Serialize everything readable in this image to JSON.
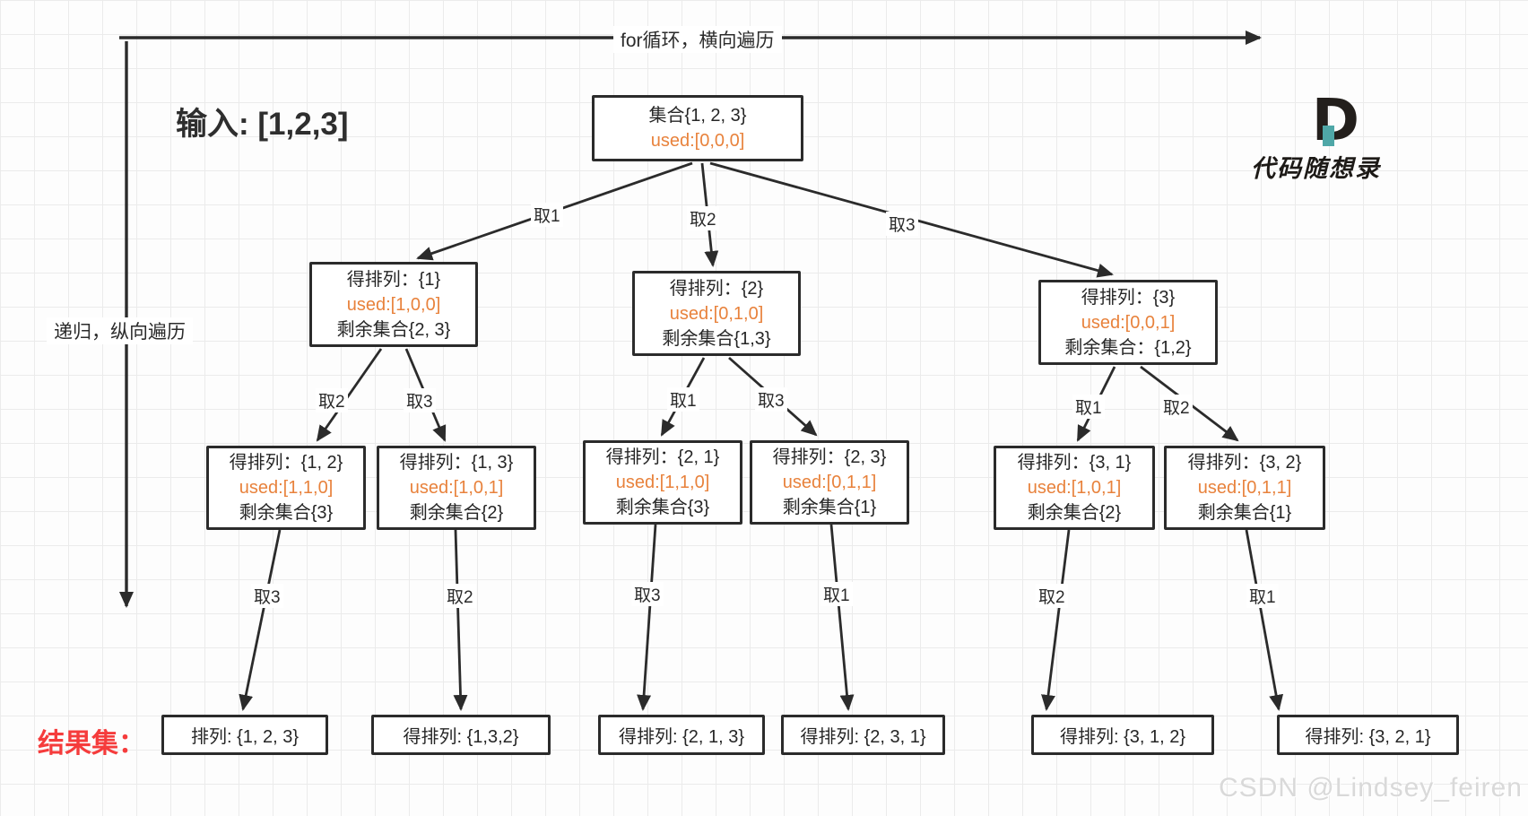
{
  "diagram": {
    "top_axis_label": "for循环，横向遍历",
    "left_axis_label": "递归，纵向遍历",
    "input_label": "输入: [1,2,3]",
    "result_label": "结果集：",
    "root": {
      "title": "集合{1, 2, 3}",
      "used": "used:[0,0,0]"
    },
    "level2": [
      {
        "title": "得排列：{1}",
        "used": "used:[1,0,0]",
        "remain": "剩余集合{2, 3}"
      },
      {
        "title": "得排列：{2}",
        "used": "used:[0,1,0]",
        "remain": "剩余集合{1,3}"
      },
      {
        "title": "得排列：{3}",
        "used": "used:[0,0,1]",
        "remain": "剩余集合：{1,2}"
      }
    ],
    "level3": [
      {
        "title": "得排列：{1, 2}",
        "used": "used:[1,1,0]",
        "remain": "剩余集合{3}"
      },
      {
        "title": "得排列：{1, 3}",
        "used": "used:[1,0,1]",
        "remain": "剩余集合{2}"
      },
      {
        "title": "得排列：{2, 1}",
        "used": "used:[1,1,0]",
        "remain": "剩余集合{3}"
      },
      {
        "title": "得排列：{2, 3}",
        "used": "used:[0,1,1]",
        "remain": "剩余集合{1}"
      },
      {
        "title": "得排列：{3, 1}",
        "used": "used:[1,0,1]",
        "remain": "剩余集合{2}"
      },
      {
        "title": "得排列：{3, 2}",
        "used": "used:[0,1,1]",
        "remain": "剩余集合{1}"
      }
    ],
    "leaves": [
      "排列: {1, 2, 3}",
      "得排列: {1,3,2}",
      "得排列: {2, 1, 3}",
      "得排列: {2, 3, 1}",
      "得排列: {3, 1, 2}",
      "得排列: {3, 2, 1}"
    ],
    "branches": {
      "root": [
        "取1",
        "取2",
        "取3"
      ],
      "mid": [
        "取2",
        "取3",
        "取1",
        "取3",
        "取1",
        "取2"
      ],
      "leaf": [
        "取3",
        "取2",
        "取3",
        "取1",
        "取2",
        "取1"
      ]
    }
  },
  "branding": {
    "logo_letter": "D",
    "logo_text": "代码随想录"
  },
  "watermark": "CSDN @Lindsey_feiren",
  "colors": {
    "used_orange": "#e8823c",
    "result_red": "#f53c3c",
    "ink": "#2b2b2b",
    "logo_teal": "#4fa7a7",
    "grid": "#ebebeb"
  }
}
